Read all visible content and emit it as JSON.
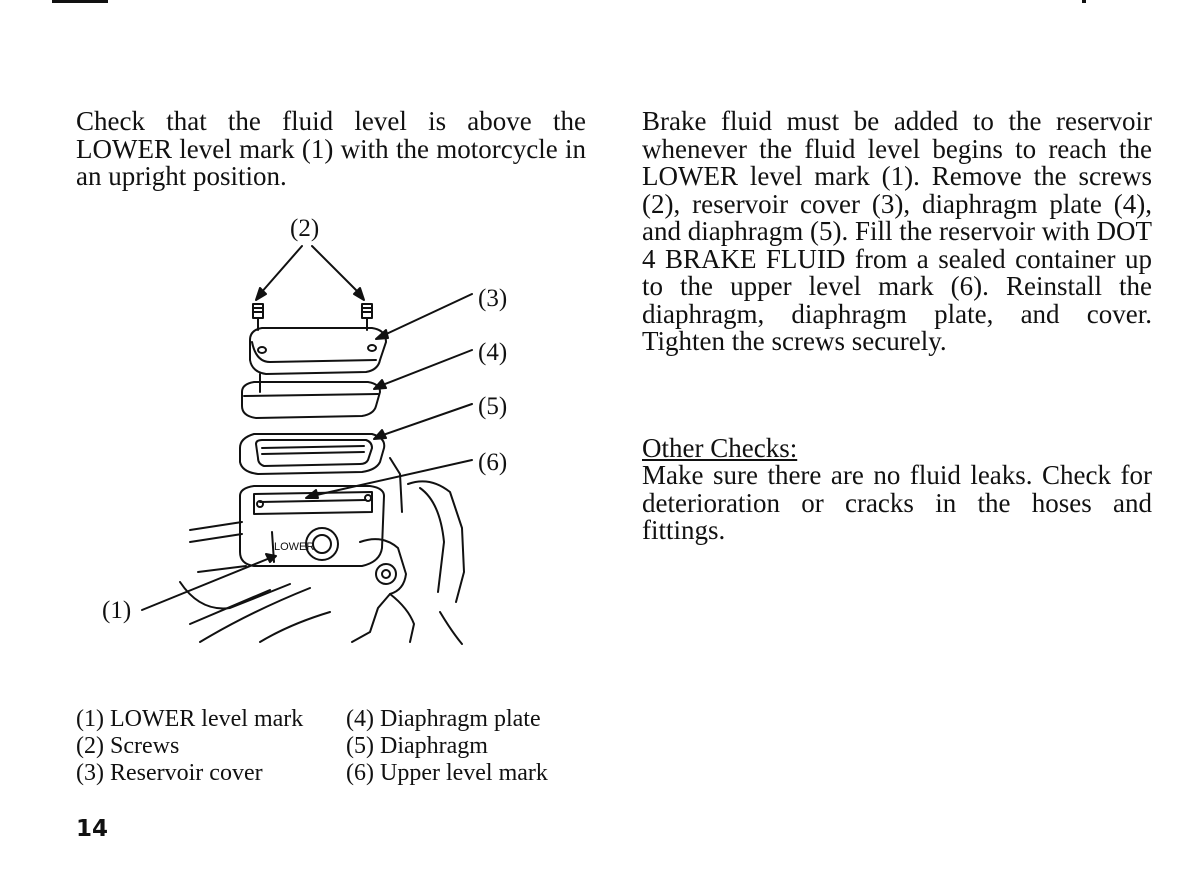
{
  "paragraphs": {
    "left_intro": "Check that the fluid level is above the LOWER level mark (1) with the motorcycle in an upright position.",
    "right_main": "Brake fluid must be added to the reservoir whenever the fluid level begins to reach the LOWER level mark (1). Remove the screws (2), reservoir cover (3), diaphragm plate (4), and diaphragm (5). Fill the reservoir with DOT 4 BRAKE FLUID from a sealed container up to the upper level mark (6). Reinstall the diaphragm, diaphragm plate, and cover. Tighten the screws securely.",
    "other_checks_heading": "Other Checks:",
    "other_checks_body": "Make sure there are no fluid leaks. Check for deterioration or cracks in the hoses and fittings."
  },
  "figure": {
    "callouts": {
      "c1": "(1)",
      "c2": "(2)",
      "c3": "(3)",
      "c4": "(4)",
      "c5": "(5)",
      "c6": "(6)"
    },
    "reservoir_label": "LOWER"
  },
  "legend": {
    "col1": [
      "(1) LOWER level mark",
      "(2) Screws",
      "(3) Reservoir cover"
    ],
    "col2": [
      "(4) Diaphragm plate",
      "(5) Diaphragm",
      "(6) Upper level mark"
    ]
  },
  "page_number": "14"
}
